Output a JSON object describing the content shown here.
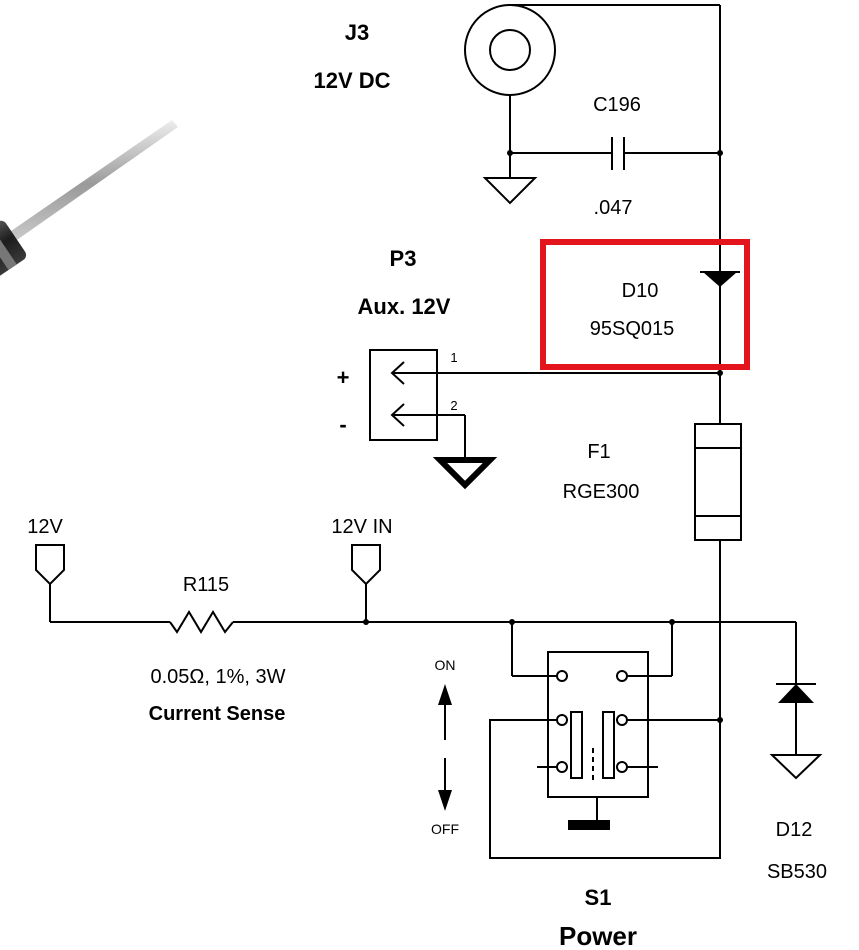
{
  "components": {
    "j3": {
      "ref": "J3",
      "value": "12V DC"
    },
    "c196": {
      "ref": "C196",
      "value": ".047"
    },
    "p3": {
      "ref": "P3",
      "value": "Aux. 12V",
      "plus": "+",
      "minus": "-",
      "pin1": "1",
      "pin2": "2"
    },
    "d10": {
      "ref": "D10",
      "value": "95SQ015"
    },
    "f1": {
      "ref": "F1",
      "value": "RGE300"
    },
    "r115": {
      "ref": "R115",
      "value": "0.05Ω, 1%, 3W",
      "function": "Current Sense"
    },
    "s1": {
      "ref": "S1",
      "function": "Power",
      "on": "ON",
      "off": "OFF"
    },
    "d12": {
      "ref": "D12",
      "value": "SB530"
    }
  },
  "nets": {
    "left": "12V",
    "right": "12V IN"
  },
  "highlight": {
    "target": "D10",
    "color": "#e3141b"
  },
  "photo": {
    "subject": "axial-diode-photo"
  }
}
